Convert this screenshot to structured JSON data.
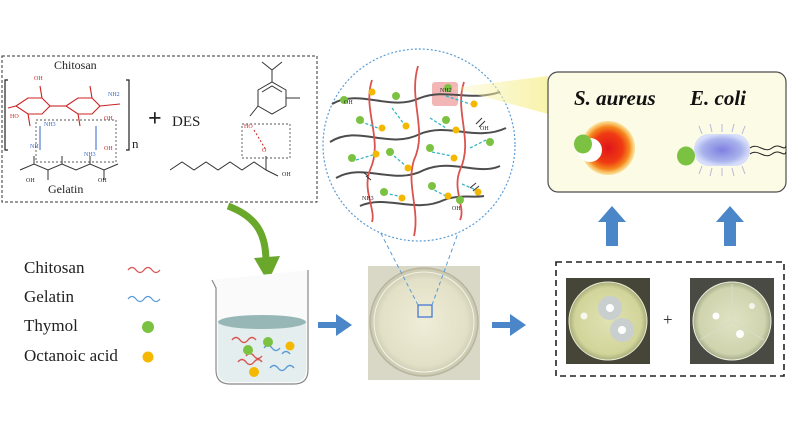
{
  "structure_box": {
    "chitosan_label": "Chitosan",
    "gelatin_label": "Gelatin",
    "subscript_n": "n",
    "plus": "+",
    "des_label": "DES",
    "atoms": {
      "oh": "OH",
      "ho": "HO",
      "nh2": "NH2",
      "nh3": "NH3",
      "nh": "NH",
      "o": "O",
      "h": "H"
    }
  },
  "legend": {
    "items": [
      {
        "label": "Chitosan",
        "marker": "red-wave",
        "color": "#d9534f"
      },
      {
        "label": "Gelatin",
        "marker": "blue-wave",
        "color": "#5b9bd5"
      },
      {
        "label": "Thymol",
        "marker": "green-dot",
        "color": "#7cc242"
      },
      {
        "label": "Octanoic acid",
        "marker": "orange-dot",
        "color": "#f5b800"
      }
    ]
  },
  "bacteria_panel": {
    "s_aureus_label": "S. aureus",
    "e_coli_label": "E. coli"
  },
  "zoom_labels": {
    "oh": "OH",
    "nh2": "NH2",
    "nh3": "NH3"
  },
  "petri_panel": {
    "plus": "+"
  },
  "colors": {
    "chitosan": "#d9534f",
    "gelatin": "#333333",
    "hbond": "#35b7c4",
    "thymol": "#7cc242",
    "octanoic_acid": "#f5b800",
    "arrow_blue": "#4a86c8",
    "arrow_green": "#6aa82c",
    "panel_fill": "#fbfbe6"
  }
}
